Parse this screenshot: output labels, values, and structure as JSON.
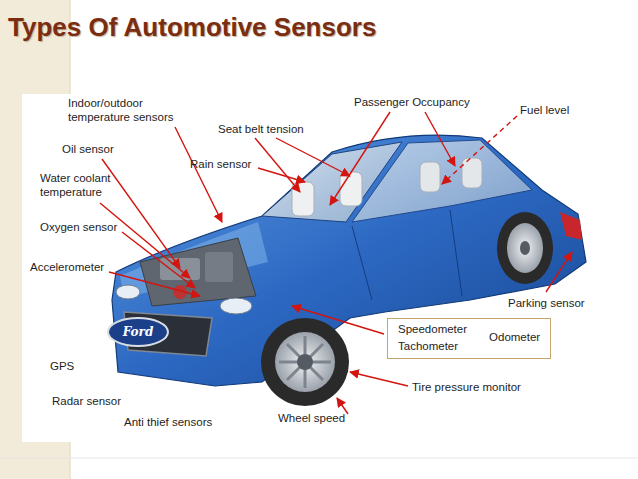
{
  "diagram": {
    "title": "Types Of Automotive Sensors",
    "nodes": [
      {
        "text": [
          "Speedometer",
          "Tachometer",
          "Odometer"
        ]
      }
    ],
    "labels": [
      "Indoor/outdoor temperature sensors",
      "Passenger Occupancy",
      "Fuel level",
      "Seat belt tension",
      "Oil sensor",
      "Rain sensor",
      "Water coolant temperature",
      "Oxygen sensor",
      "Accelerometer",
      "Parking sensor",
      "GPS",
      "Radar sensor",
      "Tire pressure monitor",
      "Wheel speed",
      "Anti thief sensors",
      "Ford"
    ]
  }
}
